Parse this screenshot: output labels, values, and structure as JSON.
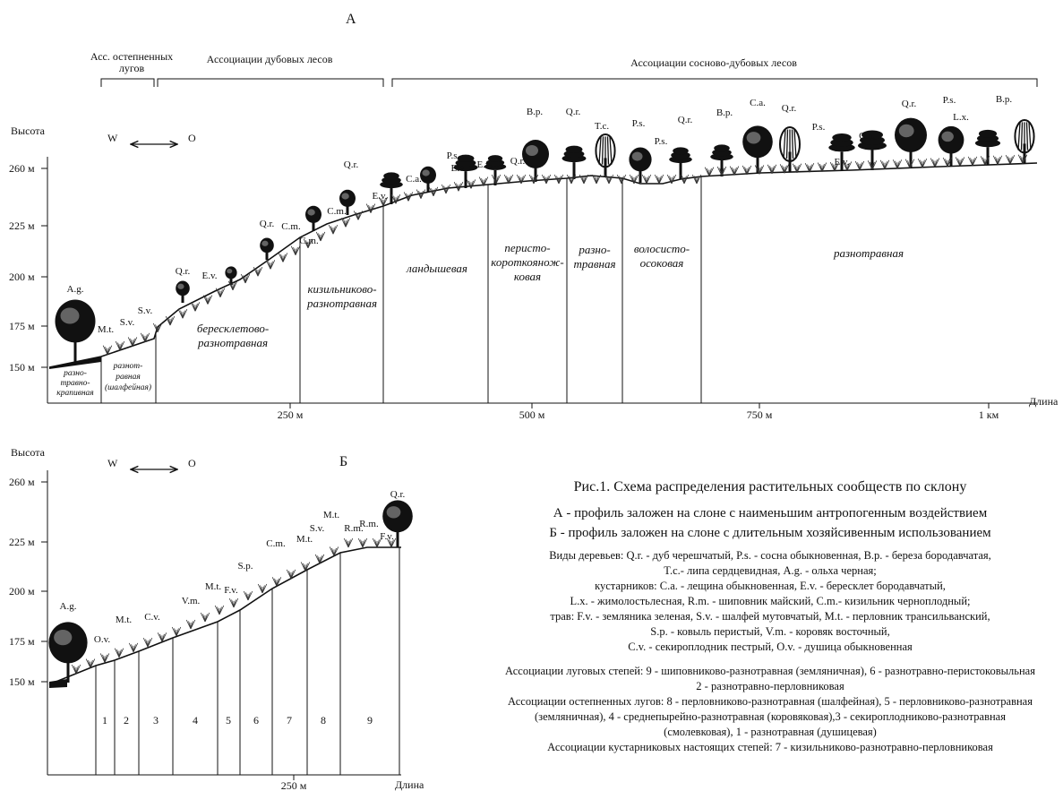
{
  "panel_a": {
    "letter": "А",
    "assoc_meadow": [
      "Асс. остепненных",
      "лугов"
    ],
    "assoc_oak": "Ассоциации дубовых лесов",
    "assoc_pine_oak": "Ассоциации сосново-дубовых лесов",
    "y_title": "Высота",
    "y_ticks": [
      "260 м",
      "225 м",
      "200 м",
      "175 м",
      "150 м"
    ],
    "x_ticks": [
      "250 м",
      "500 м",
      "750 м",
      "1 км"
    ],
    "x_title": "Длина",
    "dir_w": "W",
    "dir_o": "O",
    "zones": [
      [
        "разно-",
        "травно-",
        "крапивная"
      ],
      [
        "разнот-",
        "равная",
        "(шалфейная)"
      ],
      [
        "бересклетово-",
        "разнотравная"
      ],
      [
        "кизильниково-",
        "разнотравная"
      ],
      [
        "ландышевая"
      ],
      [
        "перисто-",
        "короткоянож-",
        "ковая"
      ],
      [
        "разно-",
        "травная"
      ],
      [
        "волосисто-",
        "осоковая"
      ],
      [
        "разнотравная"
      ]
    ],
    "plant_labels": [
      "A.g.",
      "M.t.",
      "S.v.",
      "S.v.",
      "Q.r.",
      "E.v.",
      "Q.r.",
      "C.m.",
      "C.m.",
      "Q.r.",
      "C.m.",
      "E.v.",
      "C.a.",
      "P.s.",
      "E.v.",
      "E.v.",
      "Q.r.",
      "B.p.",
      "Q.r.",
      "T.c.",
      "P.s.",
      "P.s.",
      "Q.r.",
      "B.p.",
      "C.a.",
      "Q.r.",
      "P.s.",
      "E.v.",
      "C.a.",
      "Q.r.",
      "P.s.",
      "L.x.",
      "B.p."
    ]
  },
  "panel_b": {
    "letter": "Б",
    "y_title": "Высота",
    "y_ticks": [
      "260 м",
      "225 м",
      "200 м",
      "175 м",
      "150 м"
    ],
    "x_ticks": [
      "250 м"
    ],
    "x_title": "Длина",
    "dir_w": "W",
    "dir_o": "O",
    "zones": [
      "1",
      "2",
      "3",
      "4",
      "5",
      "6",
      "7",
      "8",
      "9"
    ],
    "plant_labels": [
      "A.g.",
      "O.v.",
      "M.t.",
      "C.v.",
      "V.m.",
      "M.t.",
      "F.v.",
      "S.p.",
      "C.m.",
      "M.t.",
      "S.v.",
      "M.t.",
      "R.m.",
      "R.m.",
      "F.v.",
      "Q.r."
    ]
  },
  "caption": {
    "title": "Рис.1. Схема распределения растительных сообществ по склону",
    "profile_a": "А - профиль заложен на слоне с наименьшим антропогенным воздействием",
    "profile_b": "Б - профиль заложен на слоне с длительным хозяйсивенным использованием",
    "species": [
      "Виды деревьев: Q.r. - дуб черешчатый, P.s. - сосна обыкновенная, B.p. - береза бородавчатая,",
      "T.c.- липа сердцевидная, A.g. - ольха черная;",
      "кустарников: C.a. - лещина обыкновенная, E.v. - бересклет бородавчатый,",
      "L.x. - жимолостьлесная, R.m. - шиповник майский, C.m.- кизильник черноплодный;",
      "трав:  F.v. - земляника зеленая, S.v. - шалфей мутовчатый, M.t. - перловник трансильванский,",
      "S.p. - ковыль перистый, V.m. -  коровяк восточный,",
      "C.v. - секироплодник  пестрый, O.v. - душица обыкновенная"
    ],
    "associations": [
      "Ассоциации луговых степей: 9 - шиповниково-разнотравная (земляничная), 6 - разнотравно-перистоковыльная",
      "2 - разнотравно-перловниковая",
      "Ассоциации остепненных лугов: 8 - перловниково-разнотравная (шалфейная), 5 - перловниково-разнотравная",
      "(земляничная), 4 - среднепырейно-разнотравная (коровяковая),3 - секироплодниково-разнотравная",
      "(смолевковая), 1 - разнотравная (душицевая)",
      "Ассоциации кустарниковых настоящих степей: 7 - кизильниково-разнотравно-перловниковая"
    ]
  }
}
